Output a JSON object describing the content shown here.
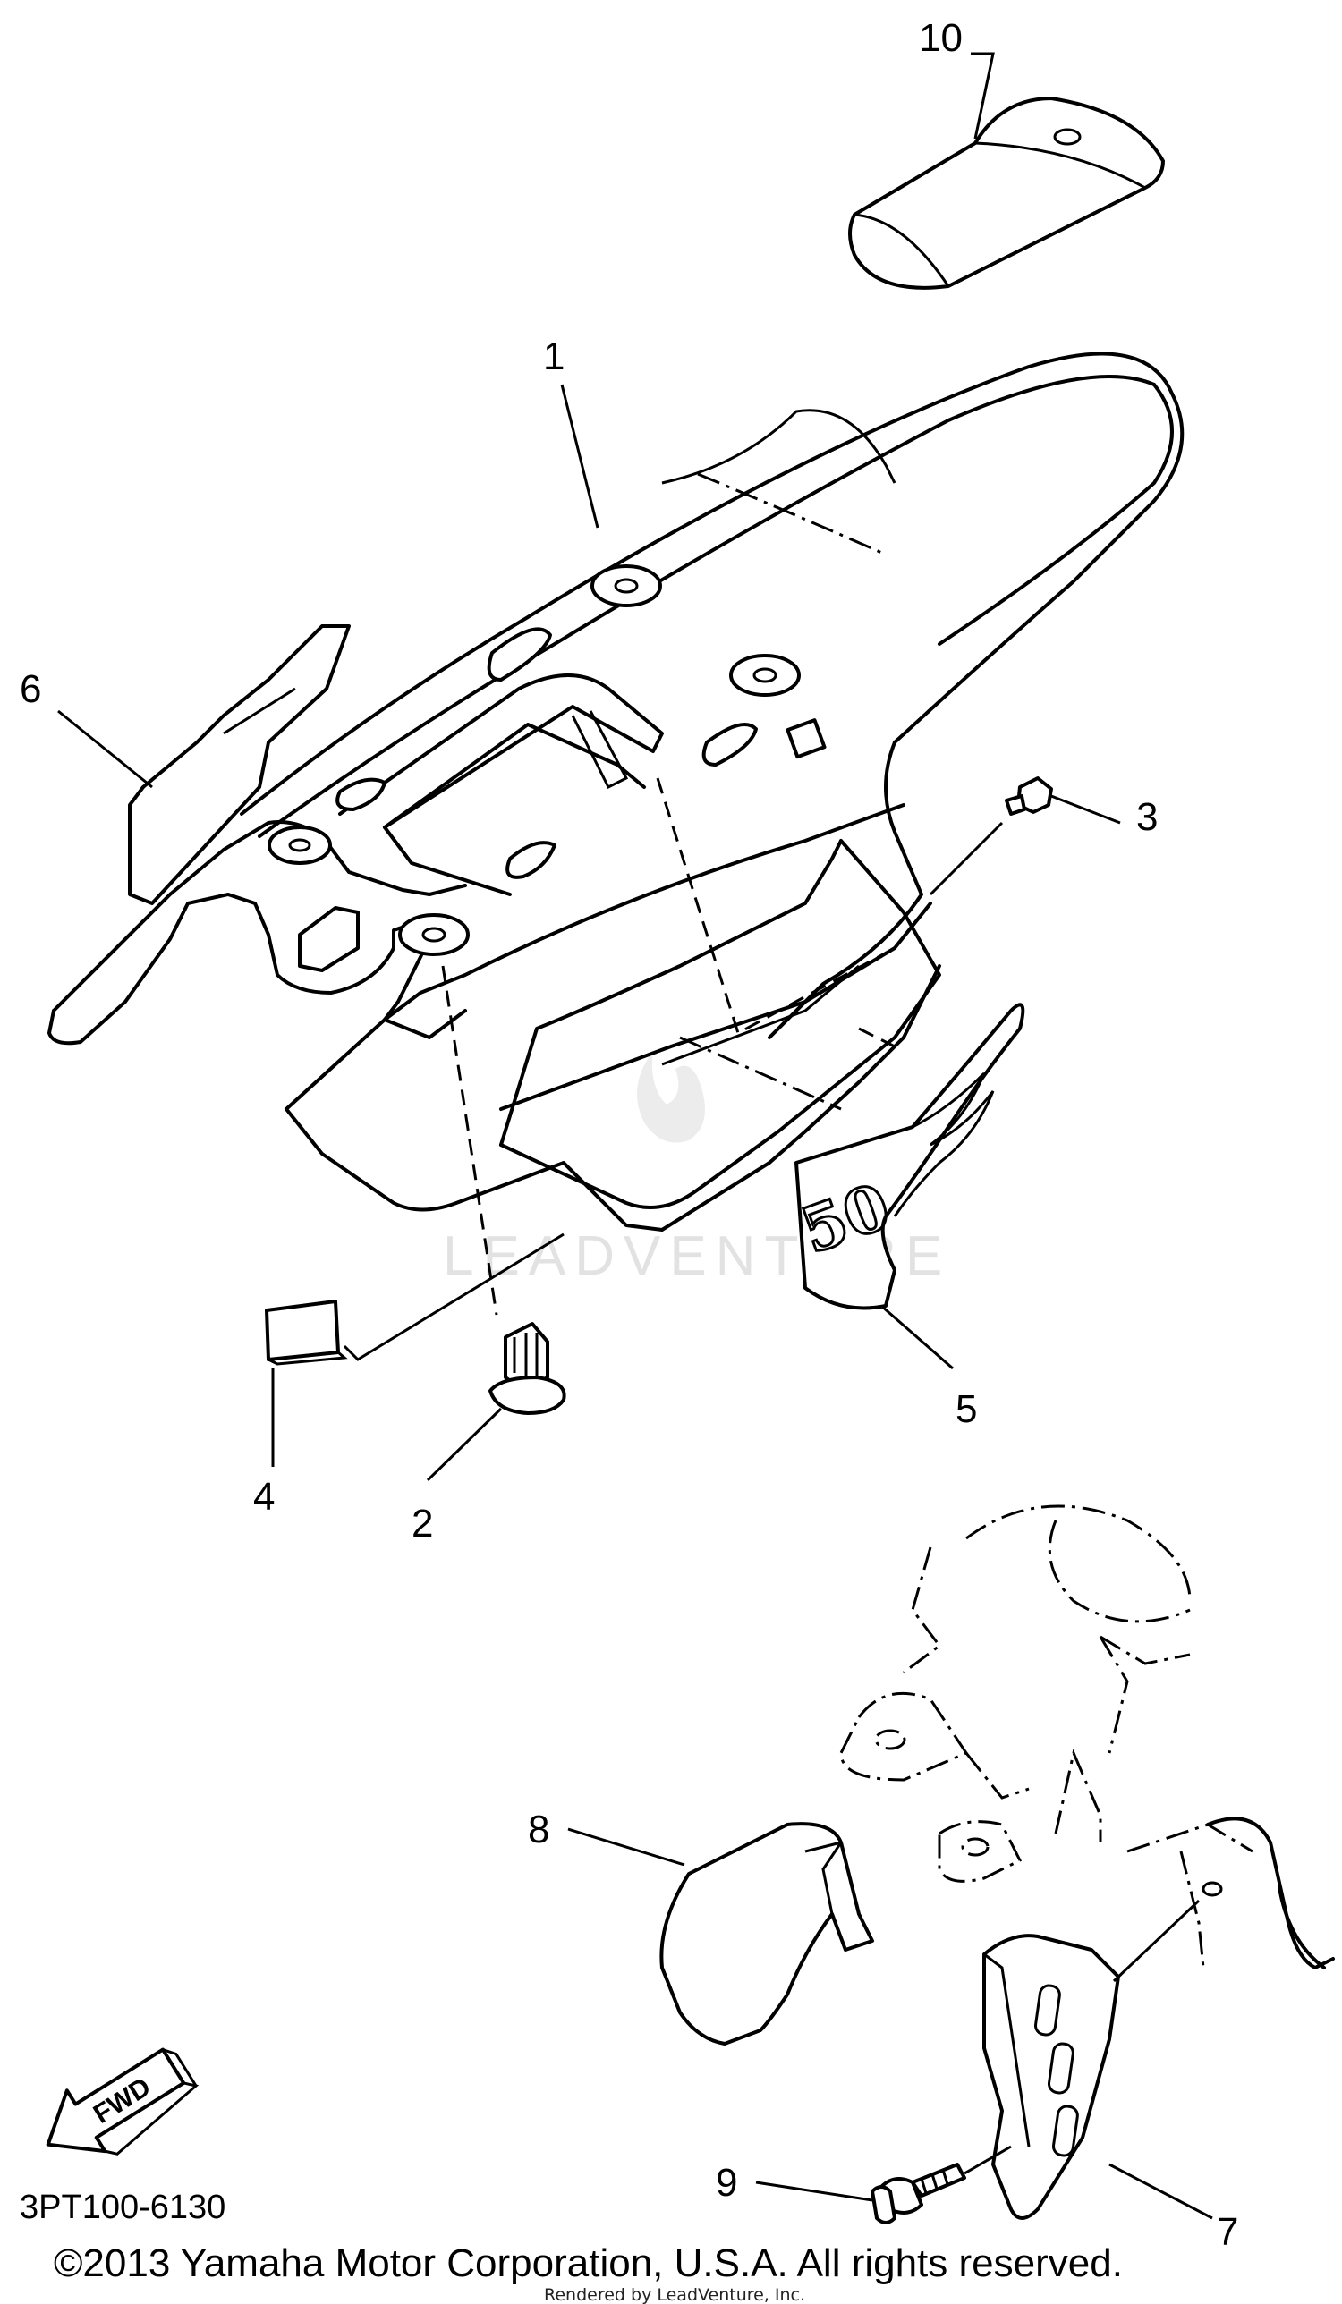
{
  "diagram": {
    "diagram_code": "3PT100-6130",
    "copyright": "©2013 Yamaha Motor Corporation, U.S.A. All rights reserved.",
    "rendered_by": "Rendered by LeadVenture, Inc.",
    "watermark": "LEADVENTURE",
    "fwd_label": "FWD",
    "decal_number": "50",
    "callouts": [
      "1",
      "2",
      "3",
      "4",
      "5",
      "6",
      "7",
      "8",
      "9",
      "10"
    ]
  }
}
